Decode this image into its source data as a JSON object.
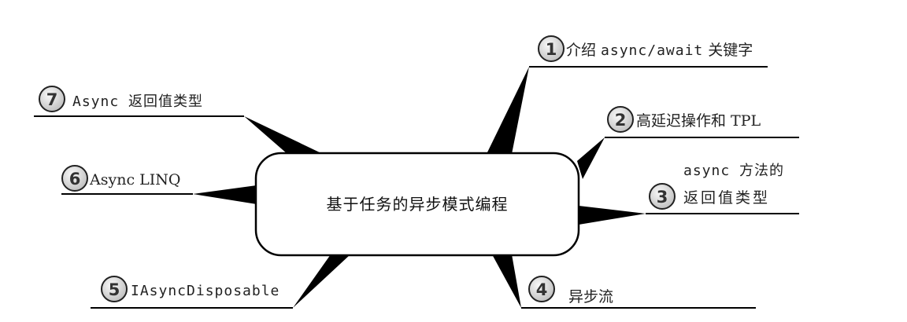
{
  "center": {
    "title": "基于任务的异步模式编程"
  },
  "branches": [
    {
      "num": "1",
      "parts": [
        "介绍 ",
        "async/await",
        " 关键字"
      ]
    },
    {
      "num": "2",
      "label": "高延迟操作和 TPL"
    },
    {
      "num": "3",
      "line1": "async 方法的",
      "line2": "返回值类型"
    },
    {
      "num": "4",
      "label": "异步流"
    },
    {
      "num": "5",
      "label": "IAsyncDisposable"
    },
    {
      "num": "6",
      "label": "Async LINQ"
    },
    {
      "num": "7",
      "label": "Async 返回值类型"
    }
  ]
}
